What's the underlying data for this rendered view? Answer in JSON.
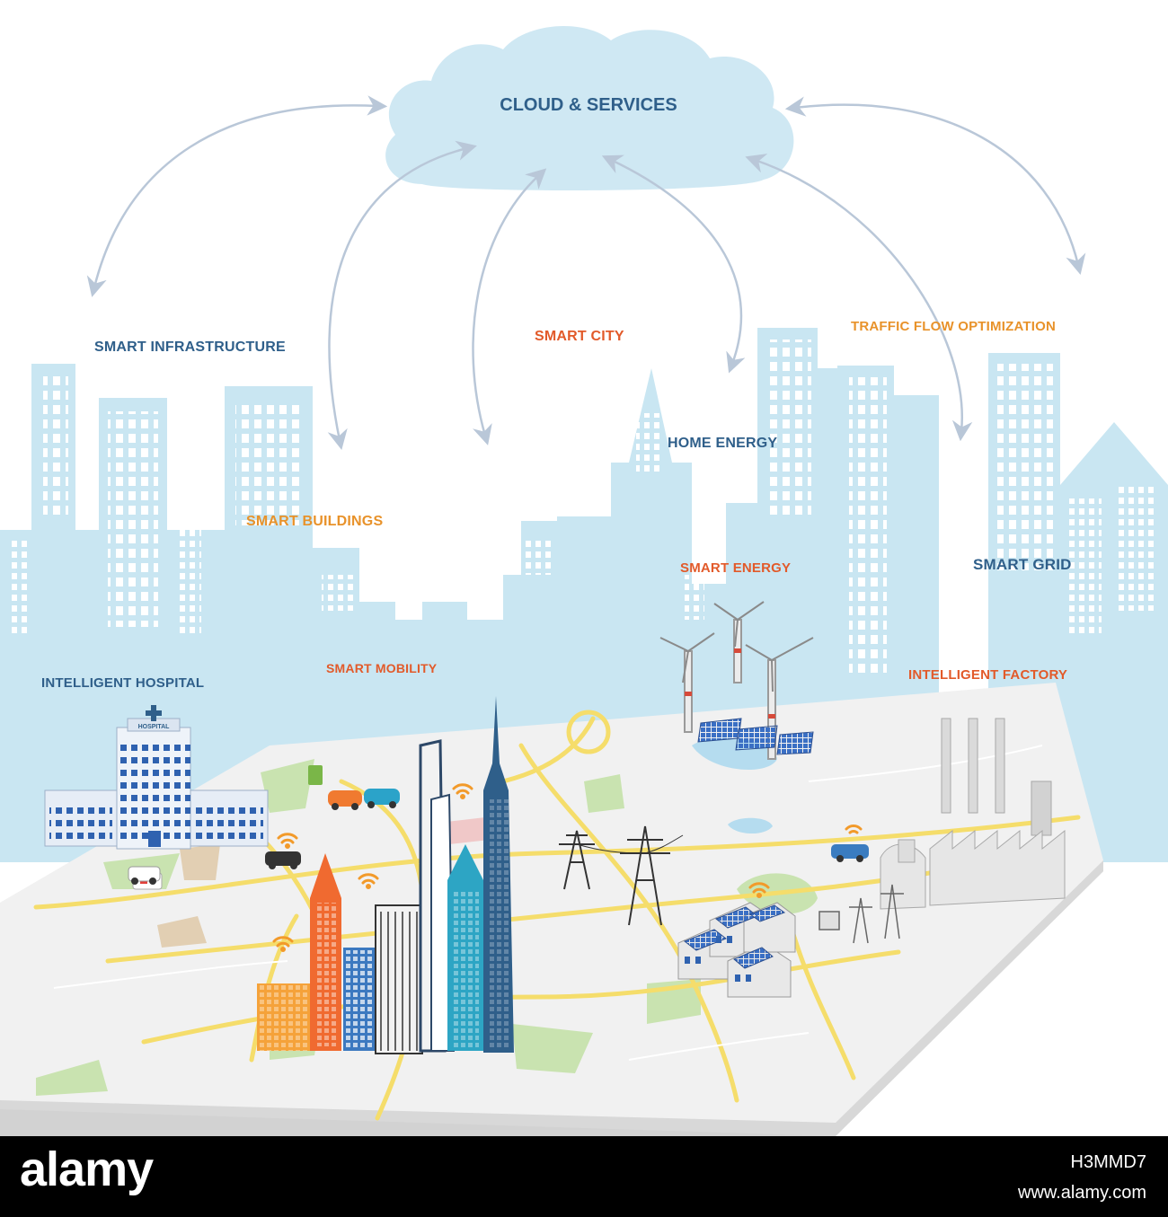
{
  "cloud": {
    "label": "CLOUD & SERVICES"
  },
  "labels": {
    "smart_infrastructure": "SMART INFRASTRUCTURE",
    "smart_city": "SMART CITY",
    "traffic_flow": "TRAFFIC FLOW OPTIMIZATION",
    "home_energy": "HOME ENERGY",
    "smart_buildings": "SMART BUILDINGS",
    "smart_energy": "SMART ENERGY",
    "smart_grid": "SMART GRID",
    "intelligent_hospital": "INTELLIGENT HOSPITAL",
    "smart_mobility": "SMART MOBILITY",
    "intelligent_factory": "INTELLIGENT FACTORY"
  },
  "hospital_sign": "HOSPITAL",
  "footer": {
    "logo": "alamy",
    "image_id": "H3MMD7",
    "url": "www.alamy.com"
  },
  "colors": {
    "skyline": "#c9e6f2",
    "window": "#ffffff",
    "cloud": "#cfe8f3",
    "arrow": "#b9c7d8",
    "map": "#f1f1f1",
    "road": "#f5dd6b",
    "park": "#c9e3b0",
    "water": "#b5dcef",
    "label_blue": "#2f5f8a",
    "label_orange": "#e8922a",
    "label_red": "#e25a2a"
  }
}
